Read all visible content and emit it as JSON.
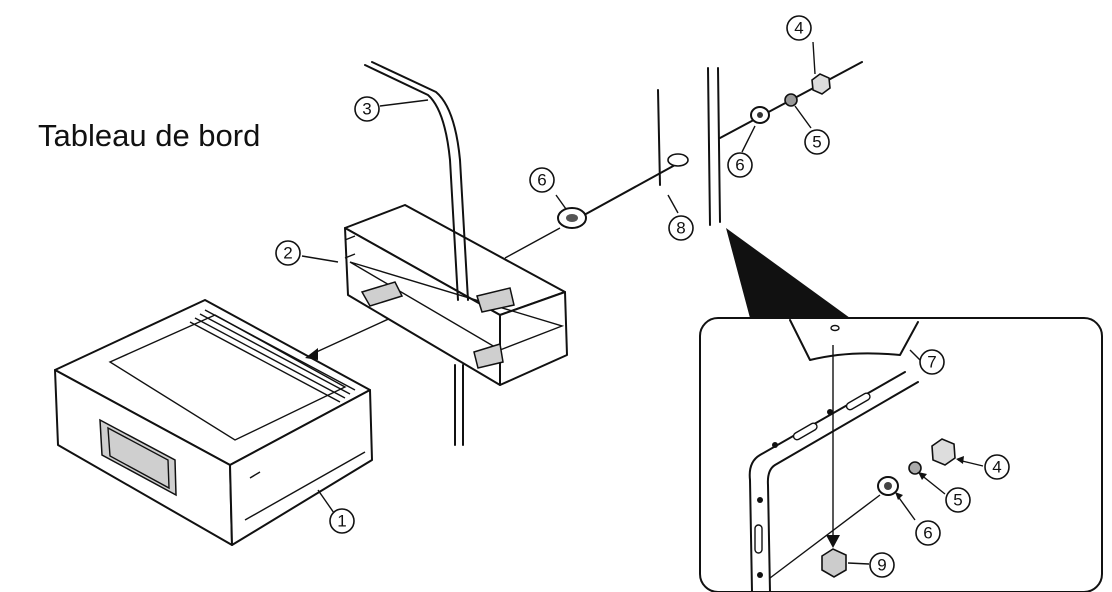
{
  "caption": "Tableau de bord",
  "callouts": {
    "c1": "1",
    "c2": "2",
    "c3": "3",
    "c4": "4",
    "c5": "5",
    "c6": "6",
    "c6b": "6",
    "c8": "8",
    "d7": "7",
    "d4": "4",
    "d5": "5",
    "d6": "6",
    "d9": "9"
  }
}
